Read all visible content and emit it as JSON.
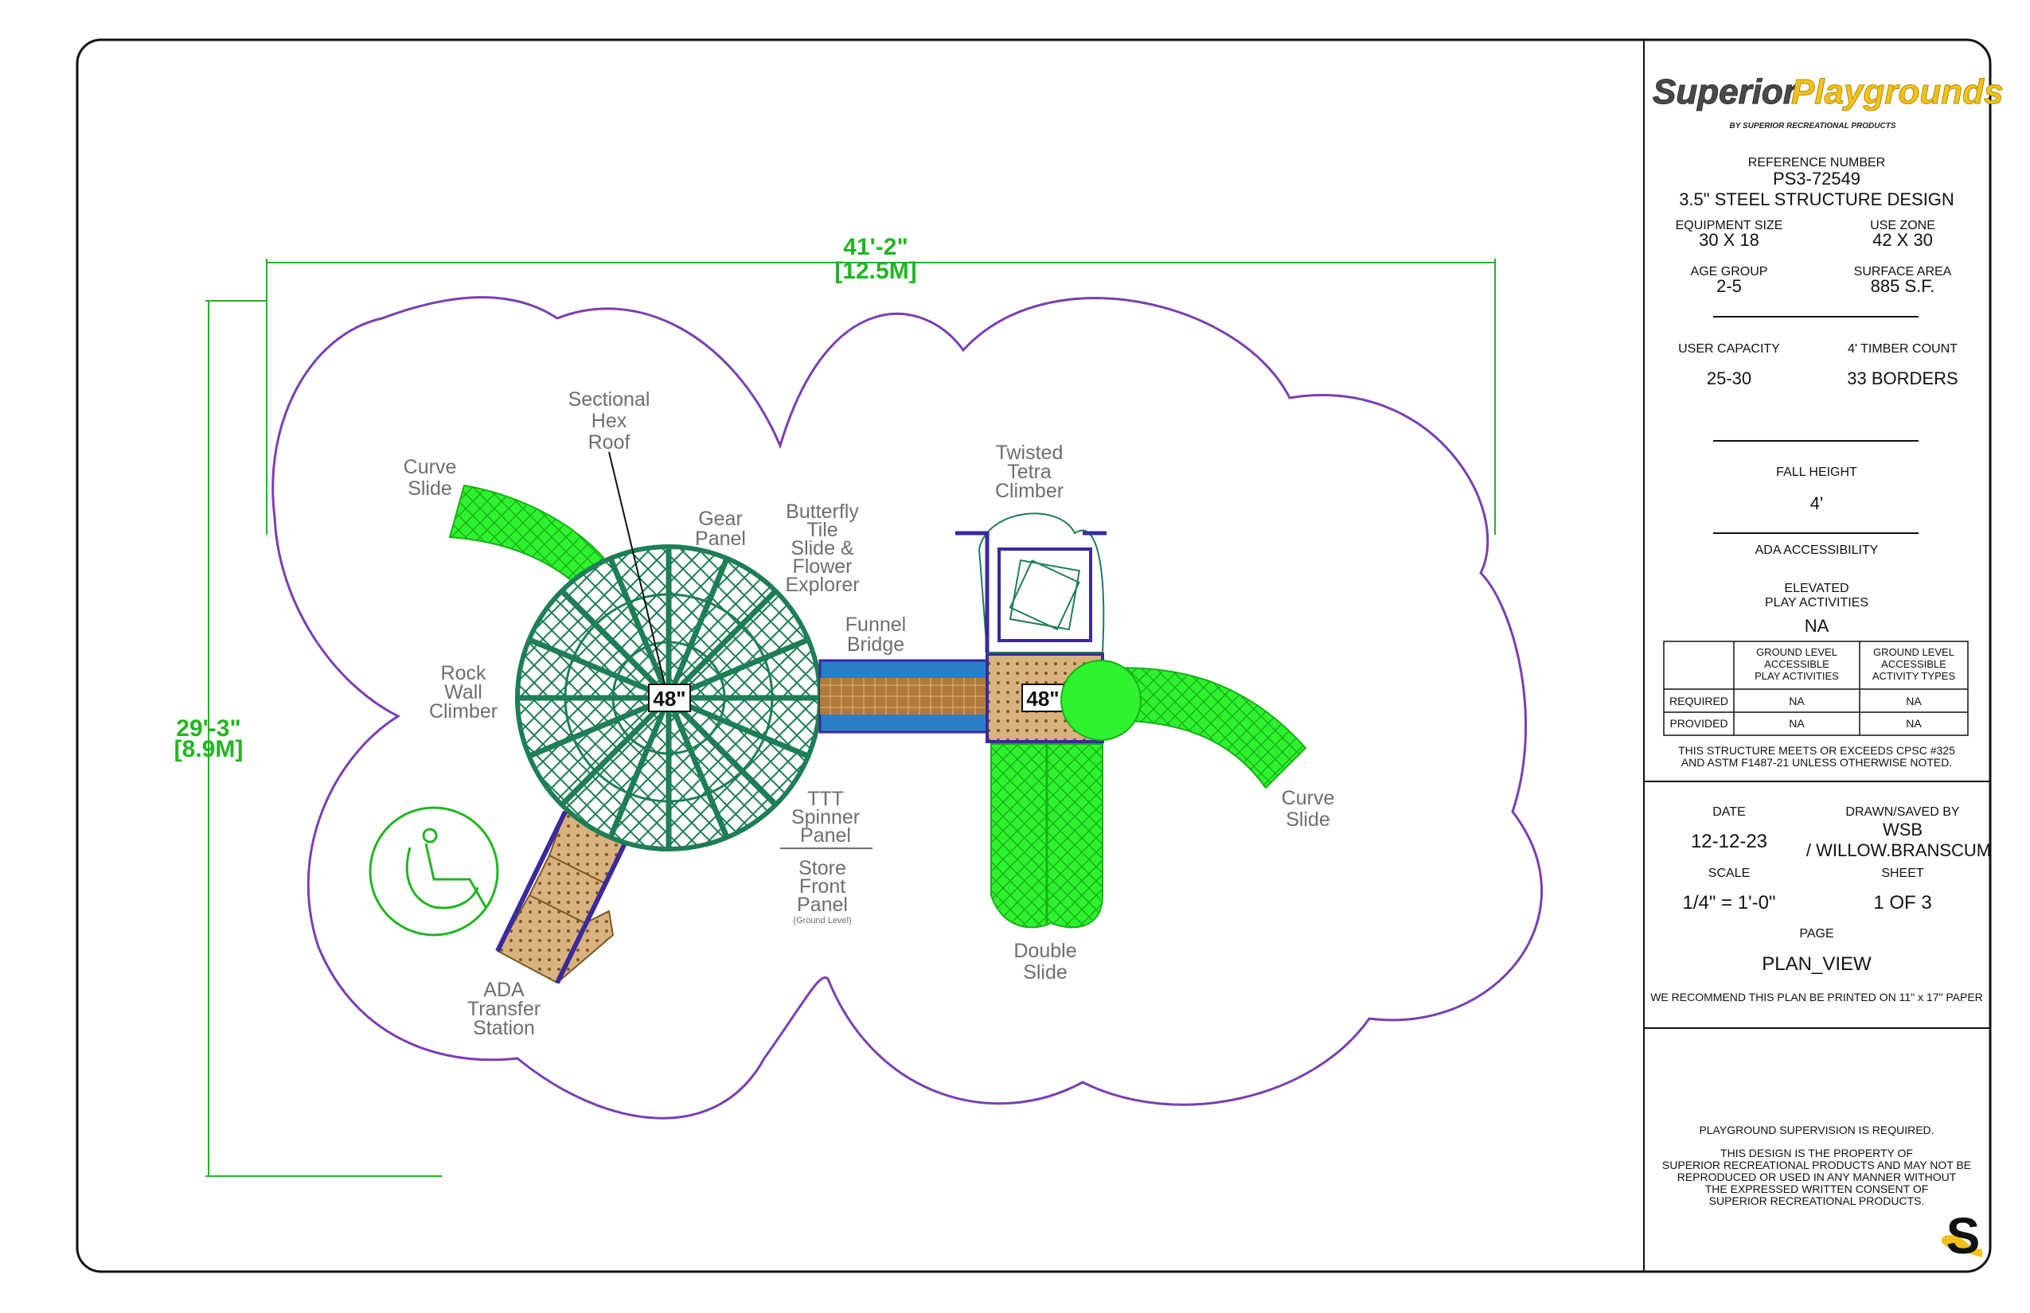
{
  "brand": {
    "name_part1": "Superior",
    "name_part2": "Playgrounds",
    "tagline": "BY SUPERIOR RECREATIONAL PRODUCTS",
    "logo_mark": "S",
    "colors": {
      "grey": "#4a4a4a",
      "yellow": "#f3c21a"
    }
  },
  "title_block": {
    "reference_label": "REFERENCE NUMBER",
    "reference_number": "PS3-72549",
    "design": "3.5\"  STEEL STRUCTURE DESIGN",
    "equipment_size_label": "EQUIPMENT SIZE",
    "equipment_size": "30 X 18",
    "use_zone_label": "USE ZONE",
    "use_zone": "42 X 30",
    "age_group_label": "AGE GROUP",
    "age_group": "2-5",
    "surface_area_label": "SURFACE AREA",
    "surface_area": "885 S.F.",
    "user_capacity_label": "USER CAPACITY",
    "user_capacity": "25-30",
    "timber_count_label": "4' TIMBER COUNT",
    "timber_count": "33 BORDERS",
    "fall_height_label": "FALL HEIGHT",
    "fall_height": "4'",
    "ada_label": "ADA ACCESSIBILITY",
    "elevated_label_1": "ELEVATED",
    "elevated_label_2": "PLAY ACTIVITIES",
    "elevated_value": "NA",
    "table": {
      "col1_l1": "GROUND LEVEL",
      "col1_l2": "ACCESSIBLE",
      "col1_l3": "PLAY ACTIVITIES",
      "col2_l1": "GROUND LEVEL",
      "col2_l2": "ACCESSIBLE",
      "col2_l3": "ACTIVITY TYPES",
      "row1_label": "REQUIRED",
      "row1_v1": "NA",
      "row1_v2": "NA",
      "row2_label": "PROVIDED",
      "row2_v1": "NA",
      "row2_v2": "NA"
    },
    "cpsc_1": "THIS STRUCTURE MEETS OR EXCEEDS CPSC #325",
    "cpsc_2": "AND ASTM F1487-21 UNLESS OTHERWISE NOTED.",
    "date_label": "DATE",
    "date": "12-12-23",
    "drawn_label": "DRAWN/SAVED BY",
    "drawn_1": "WSB",
    "drawn_2": "/ WILLOW.BRANSCUM",
    "scale_label": "SCALE",
    "scale": "1/4\" = 1'-0\"",
    "sheet_label": "SHEET",
    "sheet": "1  OF  3",
    "page_label": "PAGE",
    "page": "PLAN_VIEW",
    "print_note": "WE RECOMMEND THIS PLAN BE PRINTED ON 11\" x 17\" PAPER",
    "supervision": "PLAYGROUND SUPERVISION IS REQUIRED.",
    "property_1": "THIS DESIGN IS THE PROPERTY OF",
    "property_2": "SUPERIOR RECREATIONAL PRODUCTS AND MAY NOT BE",
    "property_3": "REPRODUCED OR USED IN ANY MANNER WITHOUT",
    "property_4": "THE EXPRESSED WRITTEN CONSENT OF",
    "property_5": "SUPERIOR RECREATIONAL PRODUCTS."
  },
  "plan": {
    "dim_width_1": "41'-2\"",
    "dim_width_2": "[12.5M]",
    "dim_height_1": "29'-3\"",
    "dim_height_2": "[8.9M]",
    "deck_height": "48\"",
    "labels": {
      "sectional_1": "Sectional",
      "sectional_2": "Hex",
      "sectional_3": "Roof",
      "curve_slide_l_1": "Curve",
      "curve_slide_l_2": "Slide",
      "gear_1": "Gear",
      "gear_2": "Panel",
      "butterfly_1": "Butterfly",
      "butterfly_2": "Tile",
      "butterfly_3": "Slide &",
      "butterfly_4": "Flower",
      "butterfly_5": "Explorer",
      "funnel_1": "Funnel",
      "funnel_2": "Bridge",
      "twisted_1": "Twisted",
      "twisted_2": "Tetra",
      "twisted_3": "Climber",
      "rock_1": "Rock",
      "rock_2": "Wall",
      "rock_3": "Climber",
      "ttt_1": "TTT",
      "ttt_2": "Spinner",
      "ttt_3": "Panel",
      "store_1": "Store",
      "store_2": "Front",
      "store_3": "Panel",
      "store_4": "(Ground Level)",
      "curve_slide_r_1": "Curve",
      "curve_slide_r_2": "Slide",
      "double_1": "Double",
      "double_2": "Slide",
      "ada_1": "ADA",
      "ada_2": "Transfer",
      "ada_3": "Station"
    },
    "colors": {
      "slide_green": "#2ef22e",
      "slide_dark": "#18b018",
      "roof_green": "#1e7e55",
      "deck_tan": "#d9b27d",
      "frame_purple": "#3a2a9e",
      "use_zone": "#7a3fb0",
      "dimension": "#22b522",
      "bridge_blue": "#2a7fc4",
      "bridge_wood": "#b07a3c"
    }
  }
}
